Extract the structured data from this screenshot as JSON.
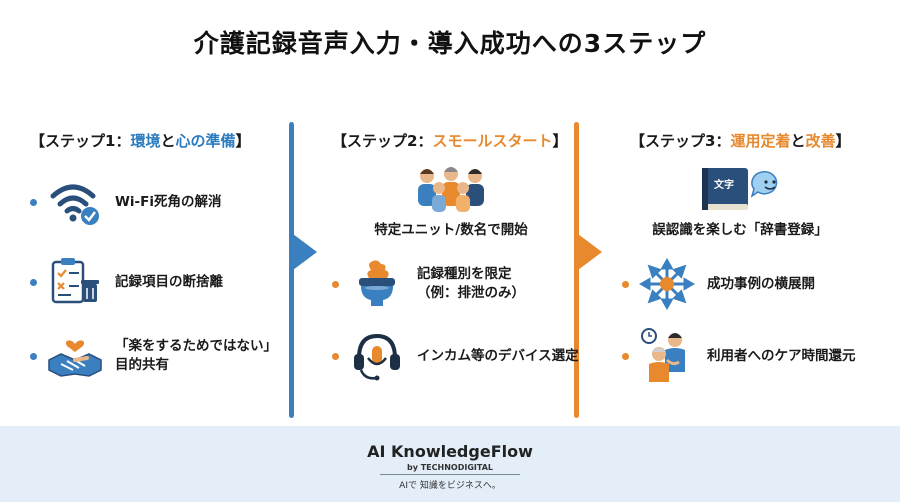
{
  "title": "介護記録音声入力・導入成功への3ステップ",
  "steps": [
    {
      "heading_prefix": "【ステップ1：",
      "heading_hl1": "環境",
      "heading_mid": "と",
      "heading_hl2": "心の準備",
      "heading_suffix": "】",
      "items": [
        {
          "icon": "wifi-check-icon",
          "line1": "Wi-Fi死角の解消",
          "line2": ""
        },
        {
          "icon": "checklist-trash-icon",
          "line1": "記録項目の断捨離",
          "line2": ""
        },
        {
          "icon": "handshake-heart-icon",
          "line1": "「楽をするためではない」",
          "line2": "目的共有"
        }
      ]
    },
    {
      "heading_prefix": "【ステップ2：",
      "heading_hl1": "スモールスタート",
      "heading_mid": "",
      "heading_hl2": "",
      "heading_suffix": "】",
      "center_icon": "people-group-icon",
      "center_text": "特定ユニット/数名で開始",
      "items": [
        {
          "icon": "toilet-icon",
          "line1": "記録種別を限定",
          "line2": "（例：排泄のみ）"
        },
        {
          "icon": "headset-mic-icon",
          "line1": "インカム等のデバイス選定",
          "line2": ""
        }
      ]
    },
    {
      "heading_prefix": "【ステップ3：",
      "heading_hl1": "運用定着",
      "heading_mid": "と",
      "heading_hl2": "改善",
      "heading_suffix": "】",
      "center_icon": "dictionary-chat-icon",
      "center_text": "誤認識を楽しむ「辞書登録」",
      "book_label": "文字",
      "items": [
        {
          "icon": "expand-arrows-icon",
          "line1": "成功事例の横展開",
          "line2": ""
        },
        {
          "icon": "caregiver-elder-icon",
          "line1": "利用者へのケア時間還元",
          "line2": ""
        }
      ]
    }
  ],
  "footer": {
    "brand": "AI KnowledgeFlow",
    "by": "by TECHNODIGITAL",
    "tagline": "AIで 知識をビジネスへ。"
  },
  "colors": {
    "blue": "#3a7fbf",
    "orange": "#e8892e",
    "footer_bg": "#e3eef8"
  }
}
